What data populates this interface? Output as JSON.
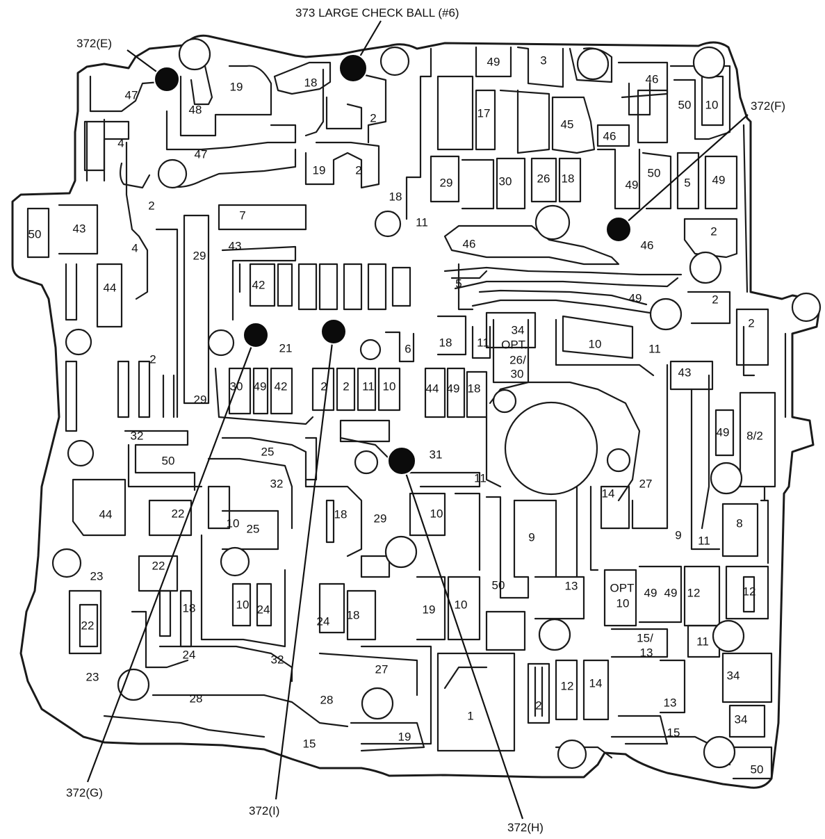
{
  "callouts": {
    "large_check_ball": "373 LARGE CHECK BALL (#6)",
    "ball_e": "372(E)",
    "ball_f": "372(F)",
    "ball_g": "372(G)",
    "ball_h": "372(H)",
    "ball_i": "372(I)"
  },
  "passage_labels": [
    "47",
    "19",
    "48",
    "18",
    "2",
    "49",
    "3",
    "46",
    "50",
    "10",
    "17",
    "45",
    "4",
    "47",
    "19",
    "2",
    "46",
    "29",
    "30",
    "26",
    "18",
    "49",
    "50",
    "5",
    "49",
    "2",
    "18",
    "11",
    "50",
    "43",
    "7",
    "43",
    "29",
    "46",
    "46",
    "4",
    "2",
    "44",
    "42",
    "5",
    "49",
    "2",
    "21",
    "6",
    "18",
    "11",
    "34",
    "OPT.",
    "26/",
    "30",
    "10",
    "11",
    "2",
    "2",
    "43",
    "44",
    "49",
    "18",
    "30",
    "49",
    "42",
    "2",
    "2",
    "11",
    "10",
    "29",
    "32",
    "25",
    "31",
    "50",
    "32",
    "11",
    "49",
    "8/2",
    "27",
    "14",
    "44",
    "22",
    "10",
    "25",
    "18",
    "29",
    "10",
    "9",
    "8",
    "9",
    "11",
    "23",
    "22",
    "13",
    "OPT",
    "10",
    "49",
    "49",
    "12",
    "12",
    "18",
    "10",
    "24",
    "50",
    "19",
    "10",
    "24",
    "18",
    "22",
    "11",
    "15/",
    "13",
    "24",
    "32",
    "27",
    "34",
    "23",
    "14",
    "12",
    "2",
    "28",
    "28",
    "1",
    "13",
    "34",
    "15",
    "19",
    "15",
    "50"
  ]
}
